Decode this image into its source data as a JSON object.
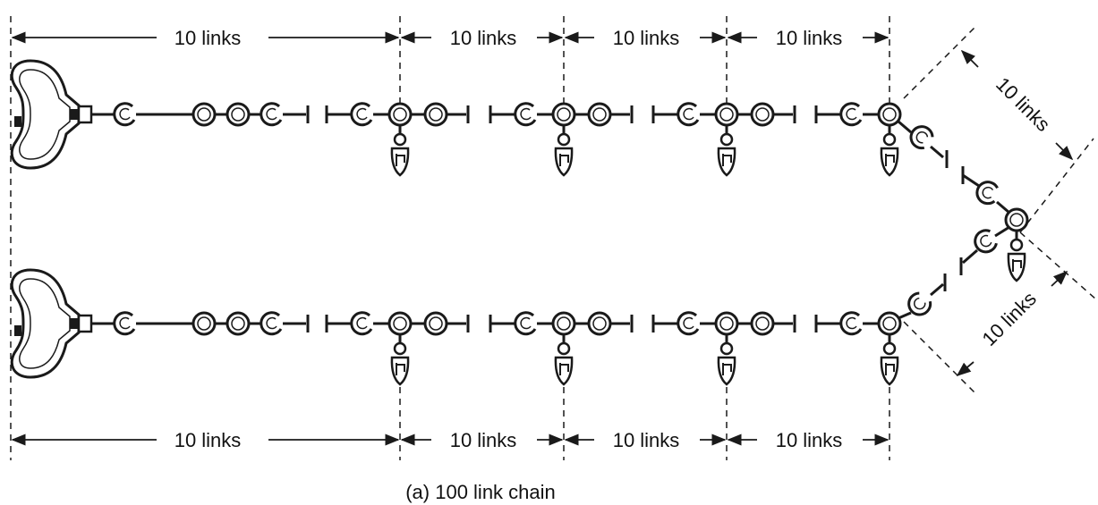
{
  "caption": "(a) 100 link chain",
  "dimensions": {
    "top": [
      "10 links",
      "10 links",
      "10 links",
      "10 links"
    ],
    "bottom": [
      "10 links",
      "10 links",
      "10 links",
      "10 links"
    ],
    "diagonal_upper": "10 links",
    "diagonal_lower": "10 links"
  },
  "colors": {
    "ink": "#1a1a1a",
    "background": "#ffffff"
  }
}
